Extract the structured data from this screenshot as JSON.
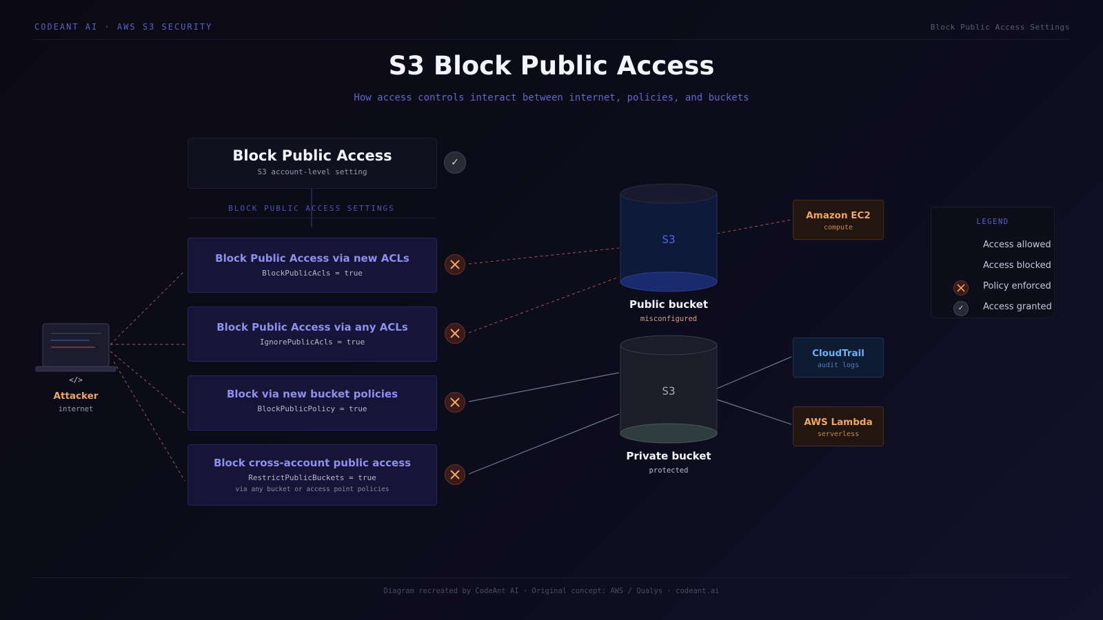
{
  "header": {
    "brand": "CODEANT AI · AWS S3 SECURITY",
    "page_label": "Block Public Access Settings"
  },
  "title": "S3 Block Public Access",
  "subtitle": "How access controls interact between internet, policies, and buckets",
  "main_setting": {
    "title": "Block Public Access",
    "subtitle": "S3 account-level setting",
    "status_icon": "check-icon"
  },
  "settings_section_label": "BLOCK PUBLIC ACCESS SETTINGS",
  "settings": [
    {
      "title": "Block Public Access via new ACLs",
      "param": "BlockPublicAcls = true",
      "note": "",
      "status_icon": "x-icon"
    },
    {
      "title": "Block Public Access via any ACLs",
      "param": "IgnorePublicAcls = true",
      "note": "",
      "status_icon": "x-icon"
    },
    {
      "title": "Block via new bucket policies",
      "param": "BlockPublicPolicy = true",
      "note": "",
      "status_icon": "x-icon"
    },
    {
      "title": "Block cross-account public access",
      "param": "RestrictPublicBuckets = true",
      "note": "via any bucket or access point policies",
      "status_icon": "x-icon"
    }
  ],
  "attacker": {
    "tag": "</>",
    "label": "Attacker",
    "sub": "internet",
    "icon": "laptop-icon"
  },
  "buckets": {
    "public": {
      "icon_label": "S3",
      "label": "Public bucket",
      "sub": "misconfigured"
    },
    "private": {
      "icon_label": "S3",
      "label": "Private bucket",
      "sub": "protected"
    }
  },
  "services": [
    {
      "name": "Amazon EC2",
      "sub": "compute"
    },
    {
      "name": "CloudTrail",
      "sub": "audit logs"
    },
    {
      "name": "AWS Lambda",
      "sub": "serverless"
    }
  ],
  "legend": {
    "title": "LEGEND",
    "items": [
      {
        "label": "Access allowed",
        "icon": "solid-line-icon"
      },
      {
        "label": "Access blocked",
        "icon": "dashed-line-icon"
      },
      {
        "label": "Policy enforced",
        "icon": "x-icon"
      },
      {
        "label": "Access granted",
        "icon": "check-icon"
      }
    ]
  },
  "footer": "Diagram recreated by CodeAnt AI · Original concept: AWS / Qualys · codeant.ai",
  "colors": {
    "background": "#0c0b16",
    "accent": "#5b62c4",
    "setting_title": "#8f8fee",
    "attacker": "#f0a765",
    "blocked_line": "#b8706a",
    "allowed_line": "#8a96a8",
    "public_bucket": "#0f1a3a",
    "private_bucket": "#1b1e29"
  }
}
